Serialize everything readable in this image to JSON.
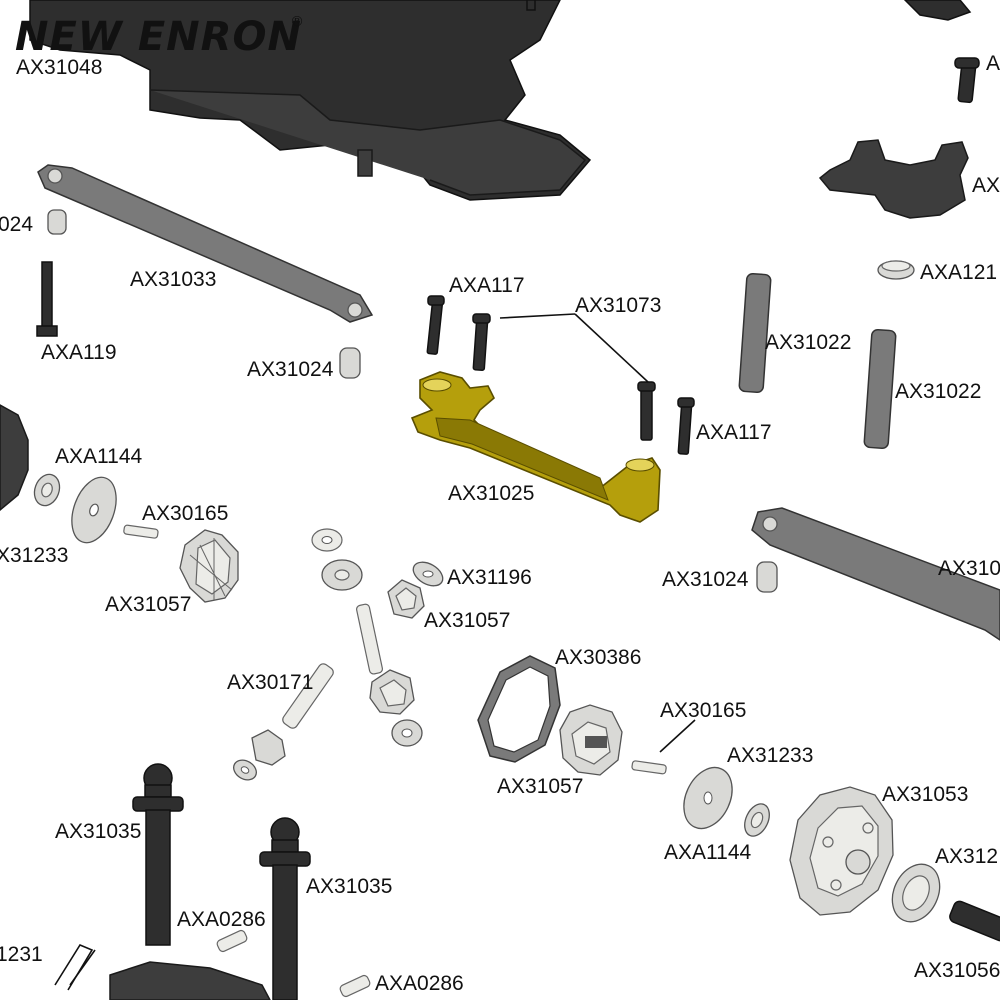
{
  "brand": {
    "name": "NEW ENRON",
    "mark": "®"
  },
  "highlight_color": "#b59f0c",
  "labels": [
    "AX31048",
    "A",
    "AX",
    "024",
    "AX31033",
    "AXA121",
    "AXA117",
    "AX31073",
    "AX31022",
    "AXA119",
    "AX31024",
    "AX31022",
    "AXA117",
    "AXA1144",
    "AX31025",
    "AX30165",
    "X31233",
    "AX310",
    "AX31196",
    "AX31024",
    "AX31057",
    "AX31057",
    "AX30386",
    "AX30171",
    "AX30165",
    "AX31233",
    "AX31057",
    "AX31053",
    "AX31035",
    "AXA1144",
    "AX312",
    "AX31035",
    "AXA0286",
    "1231",
    "AX31056",
    "AXA0286"
  ]
}
